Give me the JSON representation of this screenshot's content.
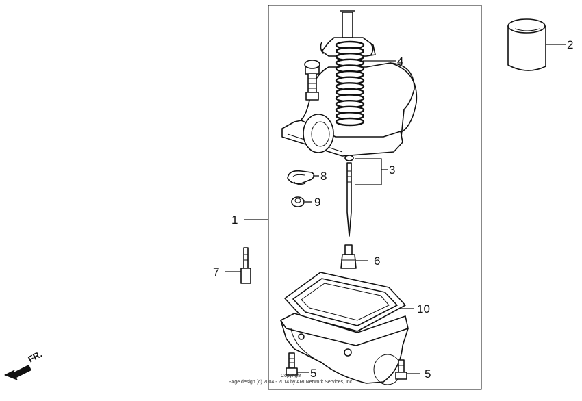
{
  "diagram": {
    "callouts": [
      {
        "id": "1",
        "text": "1"
      },
      {
        "id": "2",
        "text": "2"
      },
      {
        "id": "3",
        "text": "3"
      },
      {
        "id": "4",
        "text": "4"
      },
      {
        "id": "5a",
        "text": "5"
      },
      {
        "id": "5b",
        "text": "5"
      },
      {
        "id": "6",
        "text": "6"
      },
      {
        "id": "7",
        "text": "7"
      },
      {
        "id": "8",
        "text": "8"
      },
      {
        "id": "9",
        "text": "9"
      },
      {
        "id": "10",
        "text": "10"
      }
    ],
    "direction_label": "FR.",
    "copyright": {
      "line1": "Copyright",
      "line2": "Page design (c) 2004 - 2014 by ARI Network Services, Inc."
    }
  },
  "colors": {
    "ink": "#111111",
    "background": "#ffffff"
  }
}
